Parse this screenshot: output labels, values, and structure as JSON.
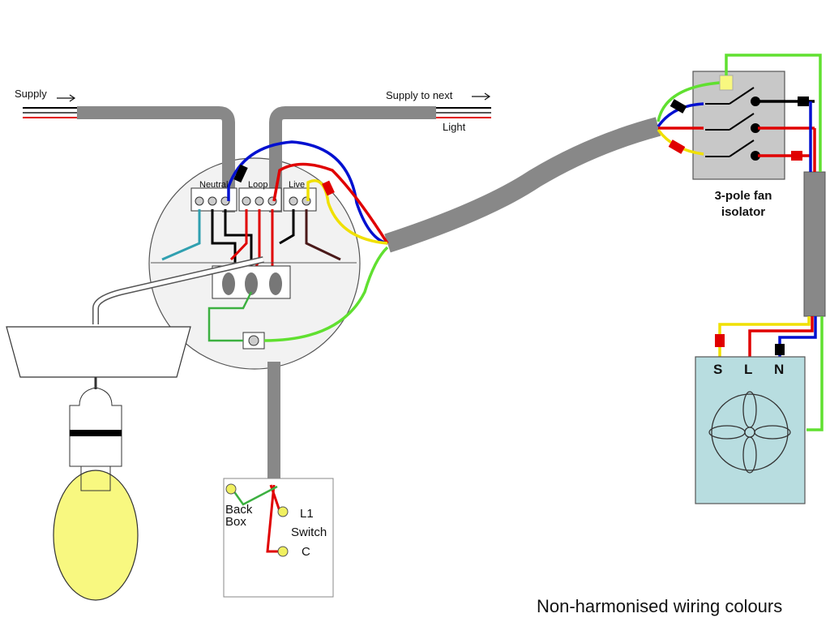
{
  "labels": {
    "supply": "Supply",
    "supply_next_line1": "Supply to next",
    "supply_next_line2": "Light",
    "neutral": "Neutral",
    "loop": "Loop",
    "live": "Live",
    "isolator_line1": "3-pole fan",
    "isolator_line2": "isolator",
    "fan_s": "S",
    "fan_l": "L",
    "fan_n": "N",
    "back_box_line1": "Back",
    "back_box_line2": "Box",
    "switch_l1": "L1",
    "switch_label": "Switch",
    "switch_c": "C",
    "footer": "Non-harmonised wiring colours"
  },
  "colors": {
    "cable_grey": "#8c8c8c",
    "wire_black": "#000000",
    "wire_red": "#e00000",
    "wire_blue": "#0010d0",
    "wire_yellow": "#f0e000",
    "wire_green": "#60e030",
    "earth_green": "#3cb040",
    "fan_body": "#b8dde0",
    "isolator_body": "#c8c8c8",
    "bulb_yellow": "#f8f880"
  },
  "icons": {
    "arrow": "right-arrow-icon",
    "earth": "earth-symbol-icon",
    "fan": "fan-icon"
  }
}
